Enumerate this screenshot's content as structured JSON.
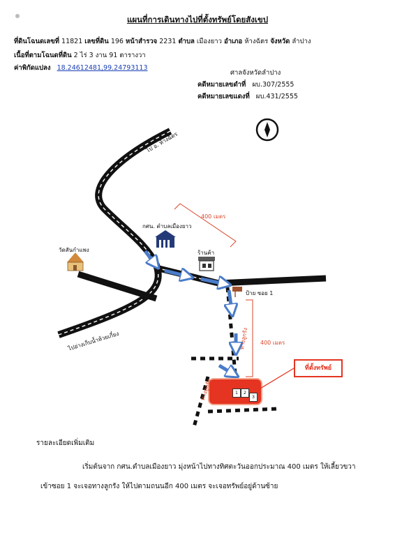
{
  "header": {
    "title": "แผนที่การเดินทางไปที่ตั้งทรัพย์โดยสังเขป",
    "line1": {
      "deed_label": "ที่ดินโฉนดเลขที่",
      "deed_no": "11821",
      "land_no_label": "เลขที่ดิน",
      "land_no": "196",
      "survey_label": "หน้าสำรวจ",
      "survey_no": "2231",
      "subdistrict_label": "ตำบล",
      "subdistrict": "เมืองยาว",
      "district_label": "อำเภอ",
      "district": "ห้างฉัตร",
      "province_label": "จังหวัด",
      "province": "ลำปาง"
    },
    "line2": {
      "area_label": "เนื้อที่ตามโฉนดที่ดิน",
      "rai": "2",
      "rai_label": "ไร่",
      "ngan": "3",
      "ngan_label": "งาน",
      "wa": "91",
      "wa_label": "ตารางวา"
    },
    "line3": {
      "coord_label": "ค่าพิกัดแปลง",
      "coord": "18.24612481,99.24793113"
    }
  },
  "court": {
    "name": "ศาลจังหวัดลำปาง",
    "black_label": "คดีหมายเลขดำที่",
    "black_no": "ผบ.307/2555",
    "red_label": "คดีหมายเลขแดงที่",
    "red_no": "ผบ.431/2555"
  },
  "map": {
    "road_to_hangchat": "ไป อ. ห้างฉัตร",
    "road_to_reservoir": "ไปอ่างเก็บน้ำห้วยเกี๋ยง",
    "temple": "วัดสันกำแพง",
    "office": "กศน. ตำบลเมืองยาว",
    "shop": "ร้านค้า",
    "soi_sign": "ป้าย ซอย 1",
    "distance_1": "400 เมตร",
    "distance_2": "400 เมตร",
    "lane_label_1": "ทางลูกรัง",
    "lane_label_2": "ทางลูกรัง",
    "target_label": "ที่ตั้งทรัพย์",
    "plots": [
      "1",
      "2",
      "3"
    ],
    "colors": {
      "target": "#e53421",
      "road": "#111111",
      "arrow": "#4a7cc9",
      "dimension": "#d9472b"
    }
  },
  "details": {
    "title": "รายละเอียดเพิ่มเติม",
    "text": "เริ่มต้นจาก กศน.ตำบลเมืองยาว มุ่งหน้าไปทางทิศตะวันออกประมาณ 400 เมตร ให้เลี้ยวขวาเข้าซอย 1 จะเจอทางลูกรัง ให้ไปตามถนนอีก 400 เมตร จะเจอทรัพย์อยู่ด้านซ้าย"
  }
}
